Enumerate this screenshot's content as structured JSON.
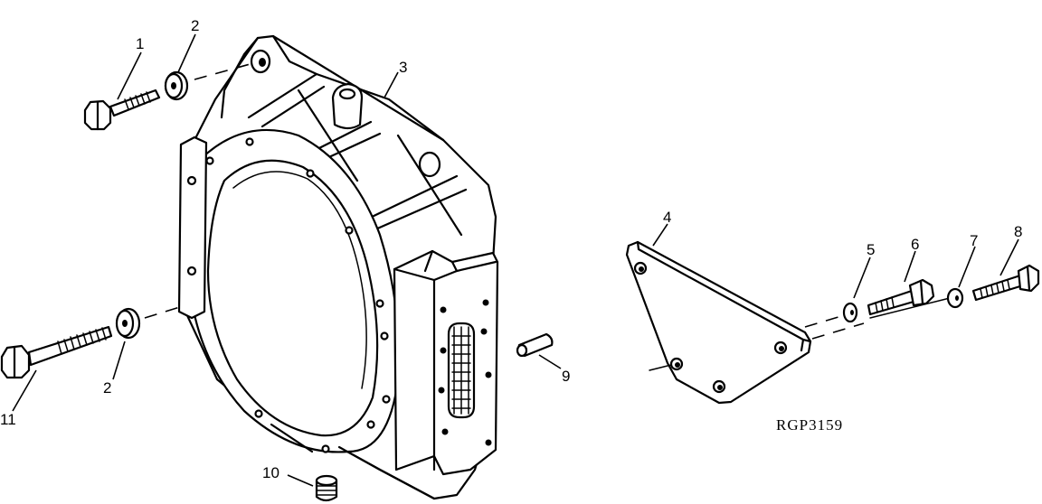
{
  "figure_code": "RGP3159",
  "callouts": {
    "c1": "1",
    "c2a": "2",
    "c2b": "2",
    "c3": "3",
    "c4": "4",
    "c5": "5",
    "c6": "6",
    "c7": "7",
    "c8": "8",
    "c9": "9",
    "c10": "10",
    "c11": "11"
  }
}
